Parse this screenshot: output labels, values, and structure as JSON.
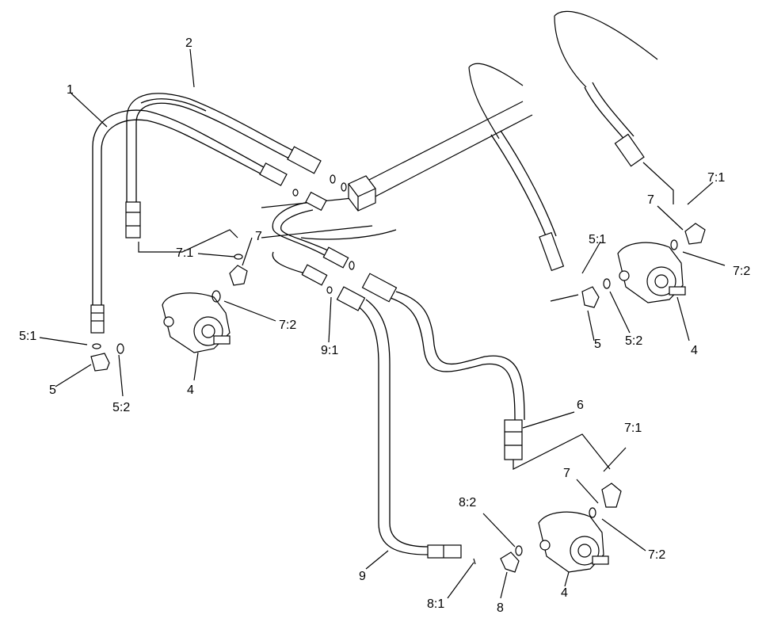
{
  "callouts": {
    "c1": "1",
    "c2": "2",
    "c4a": "4",
    "c4b": "4",
    "c4c": "4",
    "c5a": "5",
    "c5b": "5",
    "c51a": "5:1",
    "c51b": "5:1",
    "c52a": "5:2",
    "c52b": "5:2",
    "c6": "6",
    "c7a": "7",
    "c7b": "7",
    "c7c": "7",
    "c71a": "7:1",
    "c71b": "7:1",
    "c71c": "7:1",
    "c72a": "7:2",
    "c72b": "7:2",
    "c72c": "7:2",
    "c8": "8",
    "c81": "8:1",
    "c82": "8:2",
    "c9": "9",
    "c91": "9:1"
  }
}
